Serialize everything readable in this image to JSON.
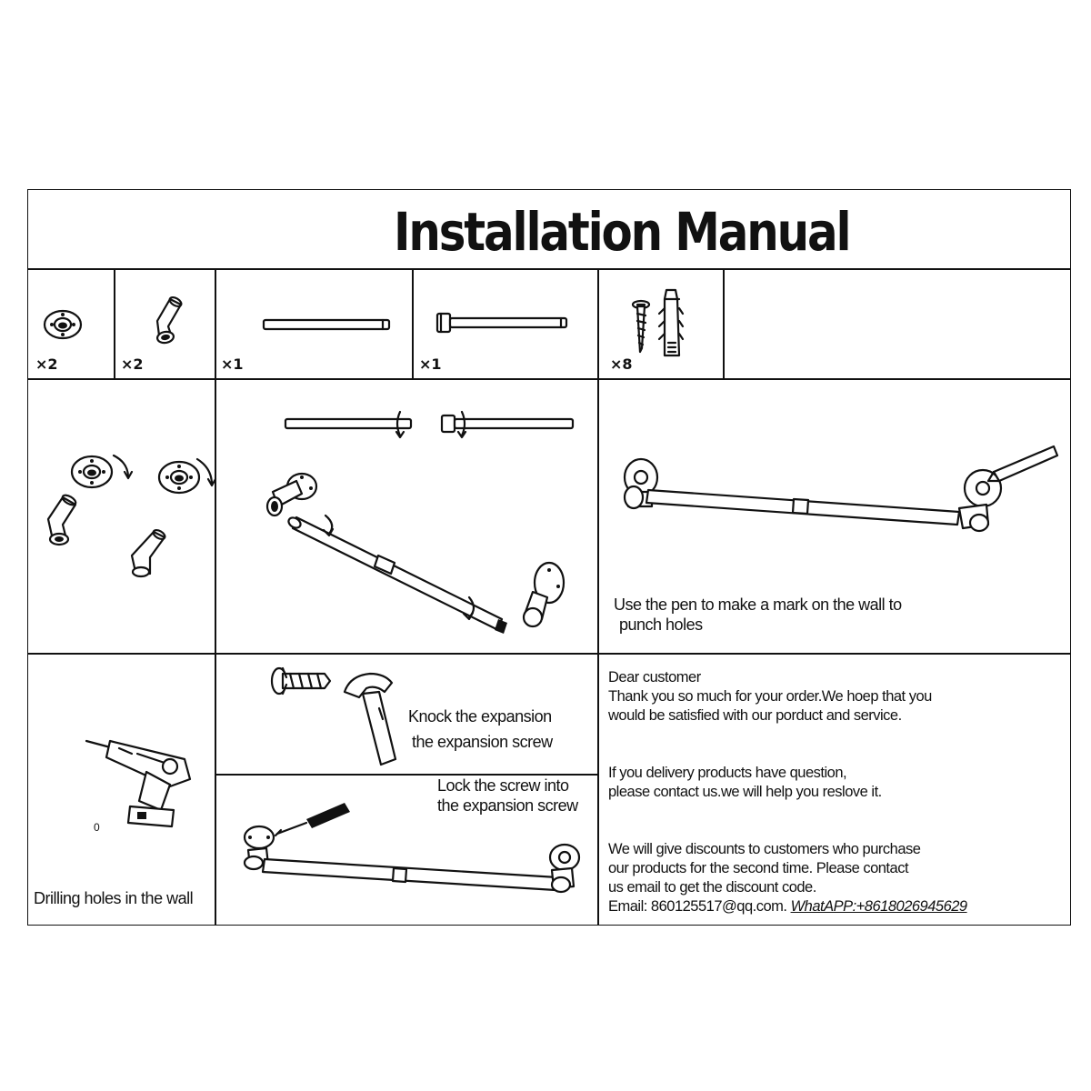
{
  "title": "Installation Manual",
  "parts": [
    {
      "icon": "flange-icon",
      "qty": "×2"
    },
    {
      "icon": "elbow-icon",
      "qty": "×2"
    },
    {
      "icon": "long-pipe-icon",
      "qty": "×1"
    },
    {
      "icon": "connector-pipe-icon",
      "qty": "×1"
    },
    {
      "icon": "screw-anchor-icon",
      "qty": "×8"
    }
  ],
  "steps": {
    "mark": {
      "line1": "Use the pen to make a mark on the wall to",
      "line2": "punch holes"
    },
    "drill": {
      "label": "Drilling holes in the wall",
      "stray": "0"
    },
    "knock": {
      "line1": "Knock the expansion",
      "line2": "the expansion screw"
    },
    "lock": {
      "line1": "Lock the screw into",
      "line2": "the expansion screw"
    }
  },
  "message": {
    "greeting": "Dear customer",
    "thanks1": "Thank you so much for your order.We  hoep  that you",
    "thanks2": "would be satisfied with our porduct and service.",
    "question1": "If you delivery products have question,",
    "question2": "please contact us.we will help you reslove it.",
    "discount1": "We will give discounts to customers who purchase",
    "discount2": "our products for the second time. Please contact",
    "discount3": "us email to get the discount code.",
    "email": "Email: 860125517@qq.com.",
    "whatsapp": "WhatAPP:+8618026945629"
  }
}
